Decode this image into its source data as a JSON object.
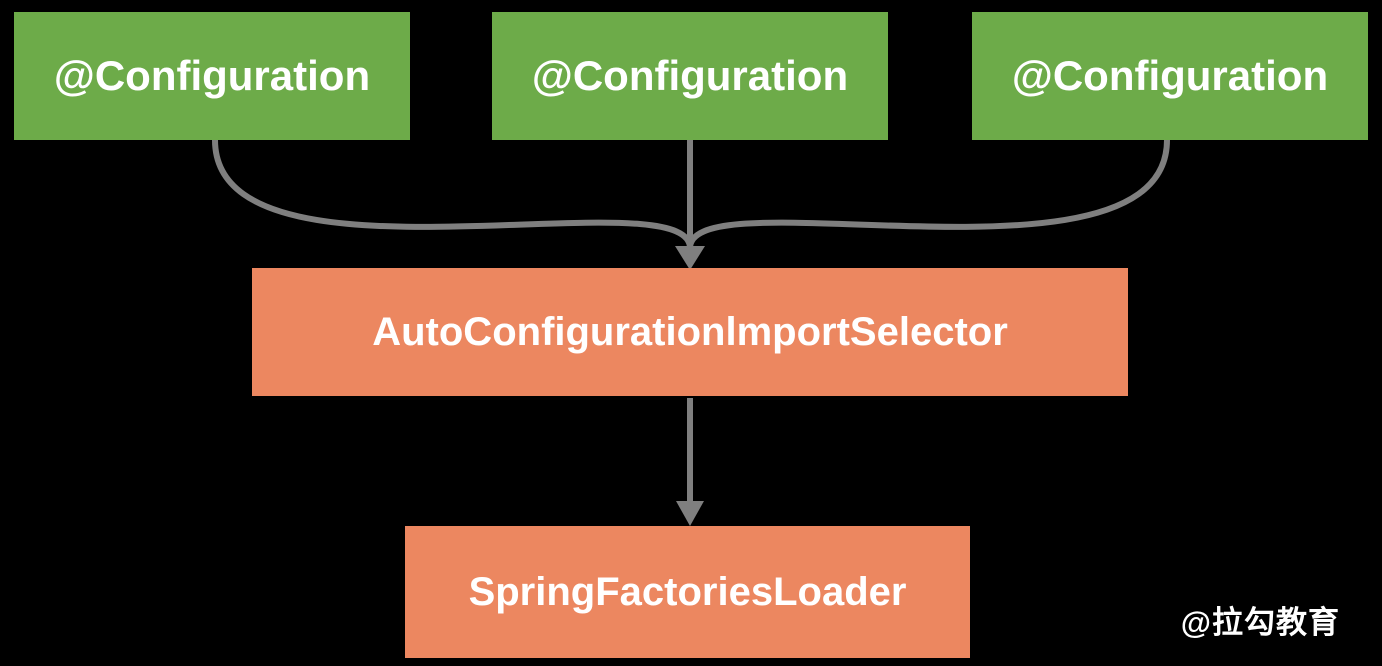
{
  "diagram": {
    "nodes": {
      "config1": {
        "label": "@Configuration"
      },
      "config2": {
        "label": "@Configuration"
      },
      "config3": {
        "label": "@Configuration"
      },
      "selector": {
        "label": "AutoConfigurationlmportSelector"
      },
      "loader": {
        "label": "SpringFactoriesLoader"
      }
    },
    "edges": [
      {
        "from": "config1",
        "to": "selector"
      },
      {
        "from": "config2",
        "to": "selector"
      },
      {
        "from": "config3",
        "to": "selector"
      },
      {
        "from": "selector",
        "to": "loader"
      }
    ],
    "watermark": "@拉勾教育",
    "colors": {
      "background": "#000000",
      "node_green": "#6dab49",
      "node_orange": "#ec8760",
      "arrow_gray": "#7f7f7f",
      "text": "#ffffff"
    }
  }
}
